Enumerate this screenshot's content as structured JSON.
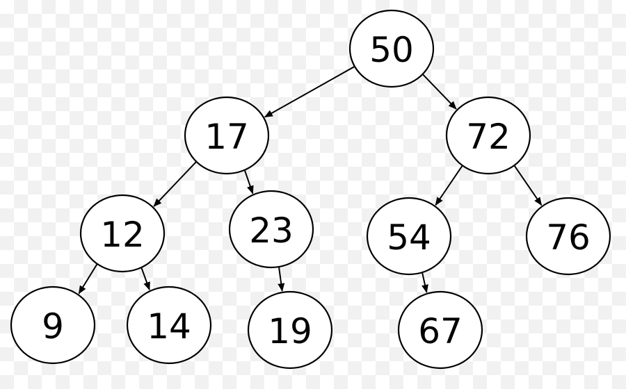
{
  "tree": {
    "nodes": [
      {
        "id": "n50",
        "label": "50"
      },
      {
        "id": "n17",
        "label": "17"
      },
      {
        "id": "n72",
        "label": "72"
      },
      {
        "id": "n12",
        "label": "12"
      },
      {
        "id": "n23",
        "label": "23"
      },
      {
        "id": "n54",
        "label": "54"
      },
      {
        "id": "n76",
        "label": "76"
      },
      {
        "id": "n9",
        "label": "9"
      },
      {
        "id": "n14",
        "label": "14"
      },
      {
        "id": "n19",
        "label": "19"
      },
      {
        "id": "n67",
        "label": "67"
      }
    ],
    "edges": [
      {
        "from": "n50",
        "to": "n17"
      },
      {
        "from": "n50",
        "to": "n72"
      },
      {
        "from": "n17",
        "to": "n12"
      },
      {
        "from": "n17",
        "to": "n23"
      },
      {
        "from": "n72",
        "to": "n54"
      },
      {
        "from": "n72",
        "to": "n76"
      },
      {
        "from": "n12",
        "to": "n9"
      },
      {
        "from": "n12",
        "to": "n14"
      },
      {
        "from": "n23",
        "to": "n19"
      },
      {
        "from": "n54",
        "to": "n67"
      }
    ]
  }
}
